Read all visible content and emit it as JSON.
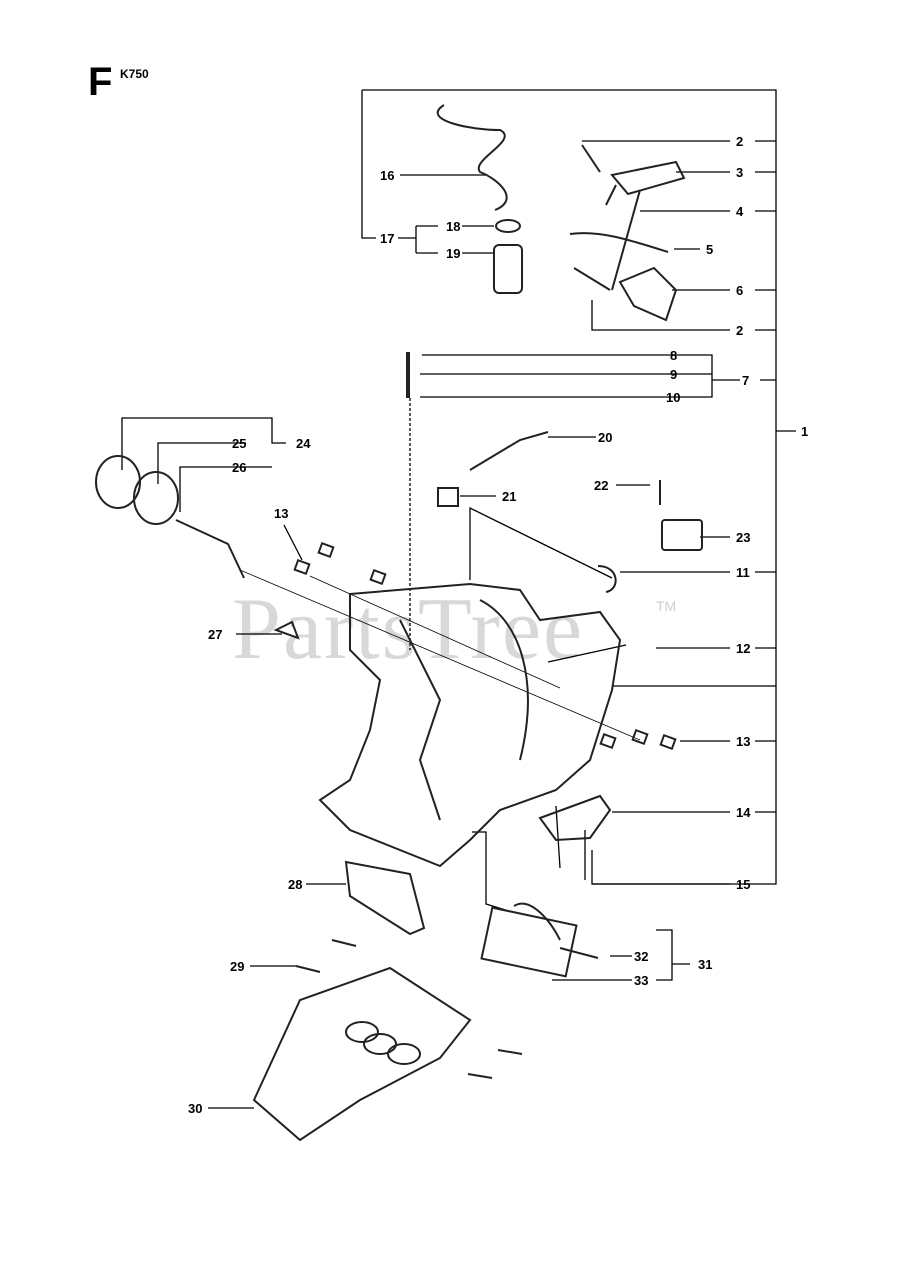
{
  "section_letter": "F",
  "model": "K750",
  "watermark": "PartsTree",
  "watermark_mark": "TM",
  "callouts": [
    "1",
    "2",
    "3",
    "4",
    "5",
    "6",
    "2",
    "7",
    "8",
    "9",
    "10",
    "11",
    "12",
    "13",
    "14",
    "15",
    "16",
    "17",
    "18",
    "19",
    "20",
    "21",
    "22",
    "23",
    "24",
    "25",
    "26",
    "13",
    "27",
    "28",
    "29",
    "30",
    "31",
    "32",
    "33"
  ]
}
